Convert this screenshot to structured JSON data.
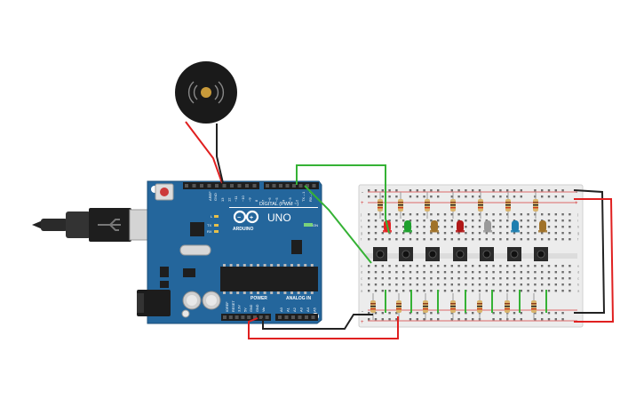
{
  "arduino": {
    "logo_text": "UNO",
    "brand_text": "ARDUINO",
    "digital_header_label": "DIGITAL (PWM ~)",
    "power_label": "POWER",
    "analog_label": "ANALOG IN",
    "aref_label": "AREF",
    "gnd_label": "GND",
    "on_label": "ON",
    "tx_label": "TX",
    "rx_label": "RX",
    "l_label": "L",
    "digital_pins": [
      "13",
      "12",
      "~11",
      "~10",
      "~9",
      "8",
      "7",
      "~6",
      "~5",
      "4",
      "~3",
      "2",
      "TX→1",
      "RX←0"
    ],
    "power_pins": [
      "IOREF",
      "RESET",
      "3.3V",
      "5V",
      "GND",
      "GND",
      "Vin"
    ],
    "analog_pins": [
      "A0",
      "A1",
      "A2",
      "A3",
      "A4",
      "A5"
    ]
  },
  "breadboard": {
    "row_letters_top": [
      "j",
      "i",
      "h",
      "g",
      "f"
    ],
    "row_letters_bottom": [
      "e",
      "d",
      "c",
      "b",
      "a"
    ],
    "rail_plus": "+",
    "rail_minus": "-",
    "led_colors": [
      "#e52222",
      "#1fa02e",
      "#a0722a",
      "#b01818",
      "#9a9a9a",
      "#1f7fb0",
      "#a0722a"
    ]
  },
  "colors": {
    "board": "#24669c",
    "wire_red": "#e02020",
    "wire_black": "#222222",
    "wire_green": "#35b235"
  }
}
